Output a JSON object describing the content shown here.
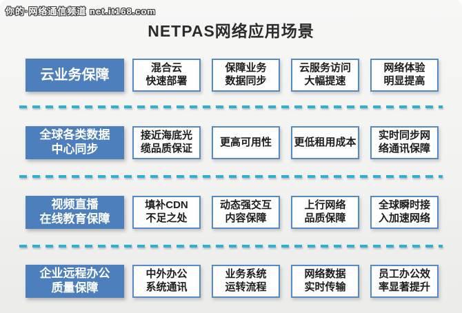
{
  "watermark": "你的·网络通信频道 net.it168.com",
  "title": "NETPAS网络应用场景",
  "colors": {
    "label_bg": "#4d7fbd",
    "box_border": "#5589c6",
    "box_bg": "#fefefe",
    "dash": "#2ab1d9",
    "title_text": "#2b2b2b",
    "background": "#f1f1ef"
  },
  "rows": [
    {
      "label": "云业务保障",
      "items": [
        "混合云\n快速部署",
        "保障业务\n数据同步",
        "云服务访问\n大幅提速",
        "网络体验\n明显提高"
      ]
    },
    {
      "label": "全球各类数据\n中心同步",
      "items": [
        "接近海底光\n缆品质保证",
        "更高可用性",
        "更低租用成本",
        "实时同步网\n络通讯保障"
      ]
    },
    {
      "label": "视频直播\n在线教育保障",
      "items": [
        "填补CDN\n不足之处",
        "动态强交互\n内容保障",
        "上行网络\n品质保障",
        "全球瞬时接\n入加速网络"
      ]
    },
    {
      "label": "企业远程办公\n质量保障",
      "items": [
        "中外办公\n系统通讯",
        "业务系统\n运转流程",
        "网络数据\n实时传输",
        "员工办公效\n率显著提升"
      ]
    }
  ]
}
